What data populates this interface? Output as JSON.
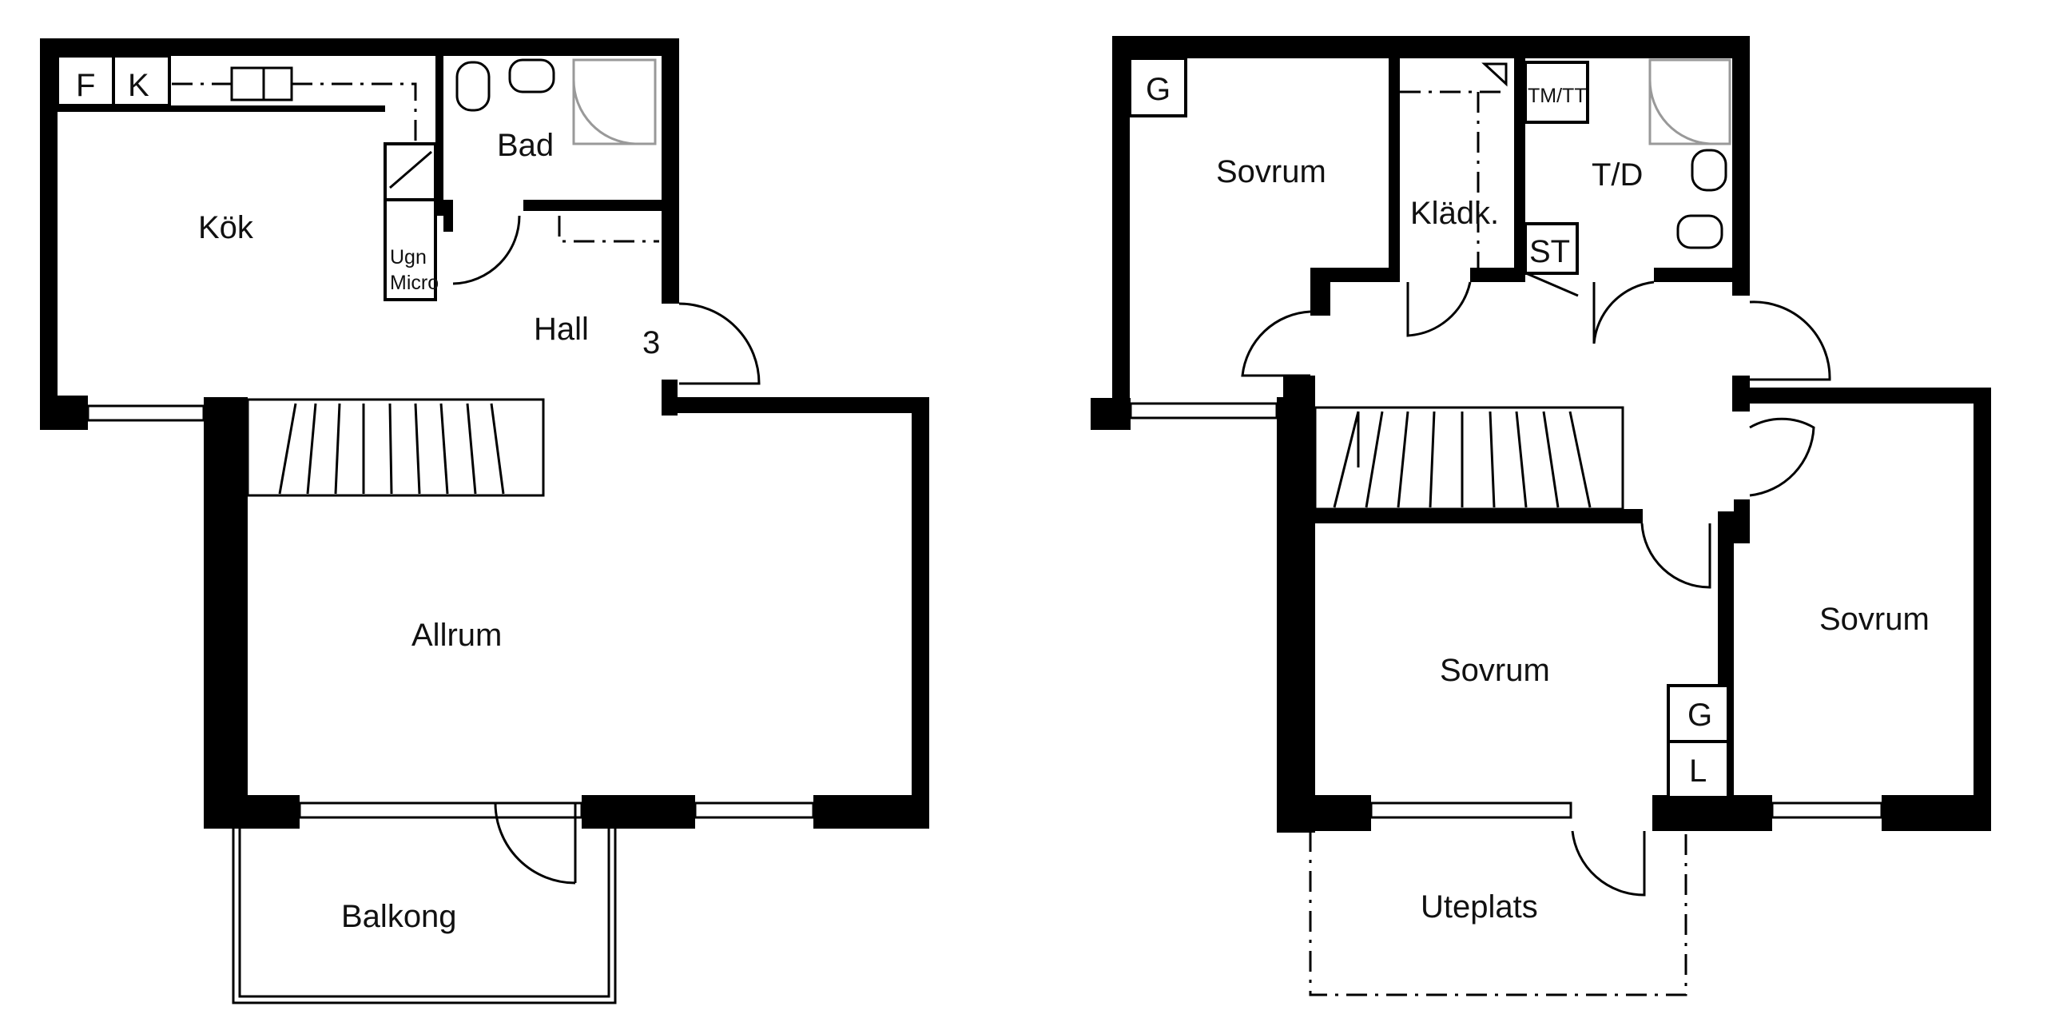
{
  "floor_1": {
    "rooms": {
      "kitchen": "Kök",
      "bathroom": "Bad",
      "hall": "Hall",
      "living_room": "Allrum",
      "balcony": "Balkong"
    },
    "appliances": {
      "fridge": "F",
      "freezer": "K",
      "oven": "Ugn",
      "microwave": "Micro"
    },
    "entrance_number": "3"
  },
  "floor_2": {
    "rooms": {
      "bedroom_top_left": "Sovrum",
      "walk_in_closet": "Klädk.",
      "laundry_bathroom": "T/D",
      "bedroom_middle": "Sovrum",
      "bedroom_right": "Sovrum",
      "patio": "Uteplats"
    },
    "fixtures": {
      "wardrobe_top": "G",
      "washer_dryer": "TM/TT",
      "storage_cabinet": "ST",
      "wardrobe_bottom": "G",
      "linen_closet": "L"
    }
  }
}
